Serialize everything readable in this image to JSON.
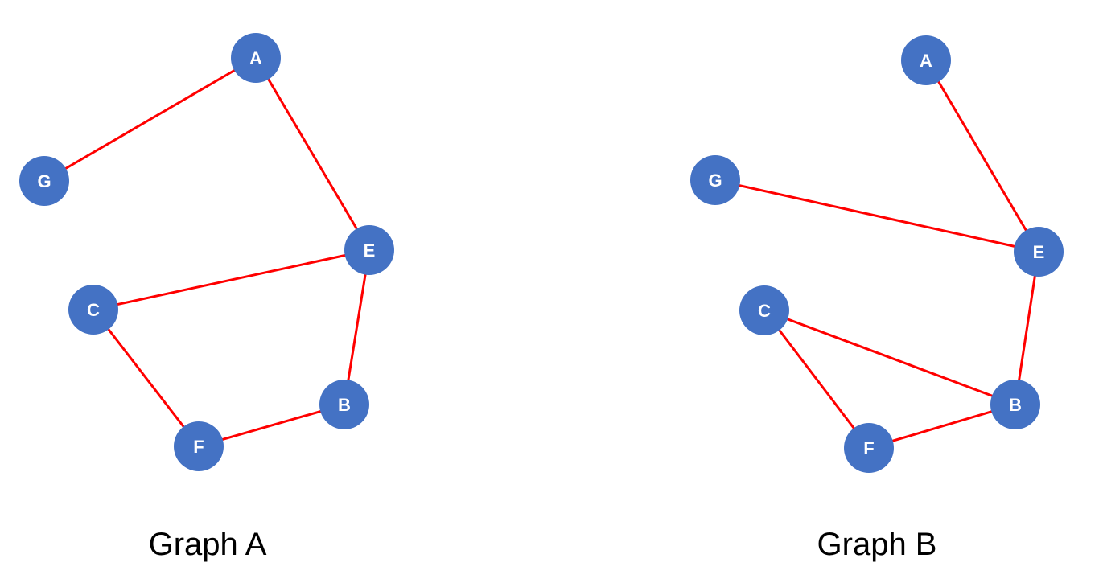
{
  "colors": {
    "node_fill": "#4472C4",
    "node_label": "#ffffff",
    "edge": "#FF0000",
    "caption": "#000000",
    "background": "#ffffff"
  },
  "graphs": [
    {
      "caption": "Graph A",
      "nodes": [
        {
          "id": "A",
          "label": "A"
        },
        {
          "id": "G",
          "label": "G"
        },
        {
          "id": "E",
          "label": "E"
        },
        {
          "id": "C",
          "label": "C"
        },
        {
          "id": "B",
          "label": "B"
        },
        {
          "id": "F",
          "label": "F"
        }
      ],
      "edges": [
        [
          "G",
          "A"
        ],
        [
          "A",
          "E"
        ],
        [
          "C",
          "E"
        ],
        [
          "E",
          "B"
        ],
        [
          "C",
          "F"
        ],
        [
          "F",
          "B"
        ]
      ]
    },
    {
      "caption": "Graph B",
      "nodes": [
        {
          "id": "A",
          "label": "A"
        },
        {
          "id": "G",
          "label": "G"
        },
        {
          "id": "E",
          "label": "E"
        },
        {
          "id": "C",
          "label": "C"
        },
        {
          "id": "B",
          "label": "B"
        },
        {
          "id": "F",
          "label": "F"
        }
      ],
      "edges": [
        [
          "A",
          "E"
        ],
        [
          "G",
          "E"
        ],
        [
          "E",
          "B"
        ],
        [
          "C",
          "B"
        ],
        [
          "C",
          "F"
        ],
        [
          "F",
          "B"
        ]
      ]
    }
  ]
}
